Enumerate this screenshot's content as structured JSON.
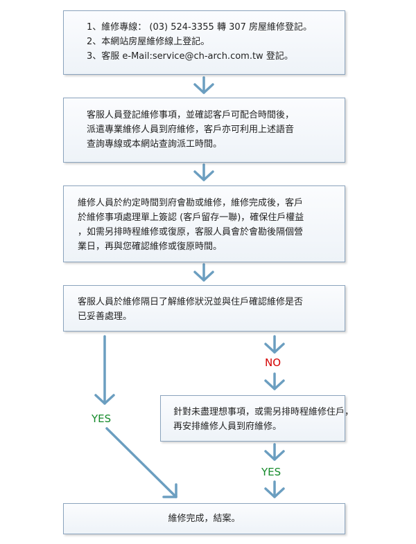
{
  "steps": {
    "contact": {
      "lines": [
        "1、維修專線： (03) 524-3355 轉 307 房屋維修登記。",
        "2、本網站房屋維修線上登記。",
        "3、客服 e-Mail:service@ch-arch.com.tw 登記。"
      ]
    },
    "dispatch": {
      "lines": [
        "客服人員登記維修事項，並確認客戶可配合時間後，",
        "派遣專業維修人員到府維修，客戶亦可利用上述語音",
        "查詢專線或本網站查詢派工時間。"
      ]
    },
    "repair": {
      "lines": [
        "維修人員於約定時間到府會勘或維修，維修完成後，客戶",
        "於維修事項處理單上簽認 (客戶留存一聯)，確保住戶權益",
        "，如需另排時程維修或復原，客服人員會於會勘後隔個營",
        "業日，再與您確認維修或復原時間。"
      ]
    },
    "followup": {
      "lines": [
        "客服人員於維修隔日了解維修狀況並與住戶確認維修是否",
        "已妥善處理。"
      ]
    },
    "reschedule": {
      "lines": [
        "針對未盡理想事項，或需另排時程維修住戶，",
        "再安排維修人員到府維修。"
      ]
    },
    "done": {
      "text": "維修完成，結案。"
    }
  },
  "labels": {
    "no": "NO",
    "yes_left": "YES",
    "yes_right": "YES"
  },
  "colors": {
    "arrow": "#6b9ec0",
    "no": "#d40000",
    "yes": "#148a2a",
    "box_border": "#8aa3bd"
  }
}
